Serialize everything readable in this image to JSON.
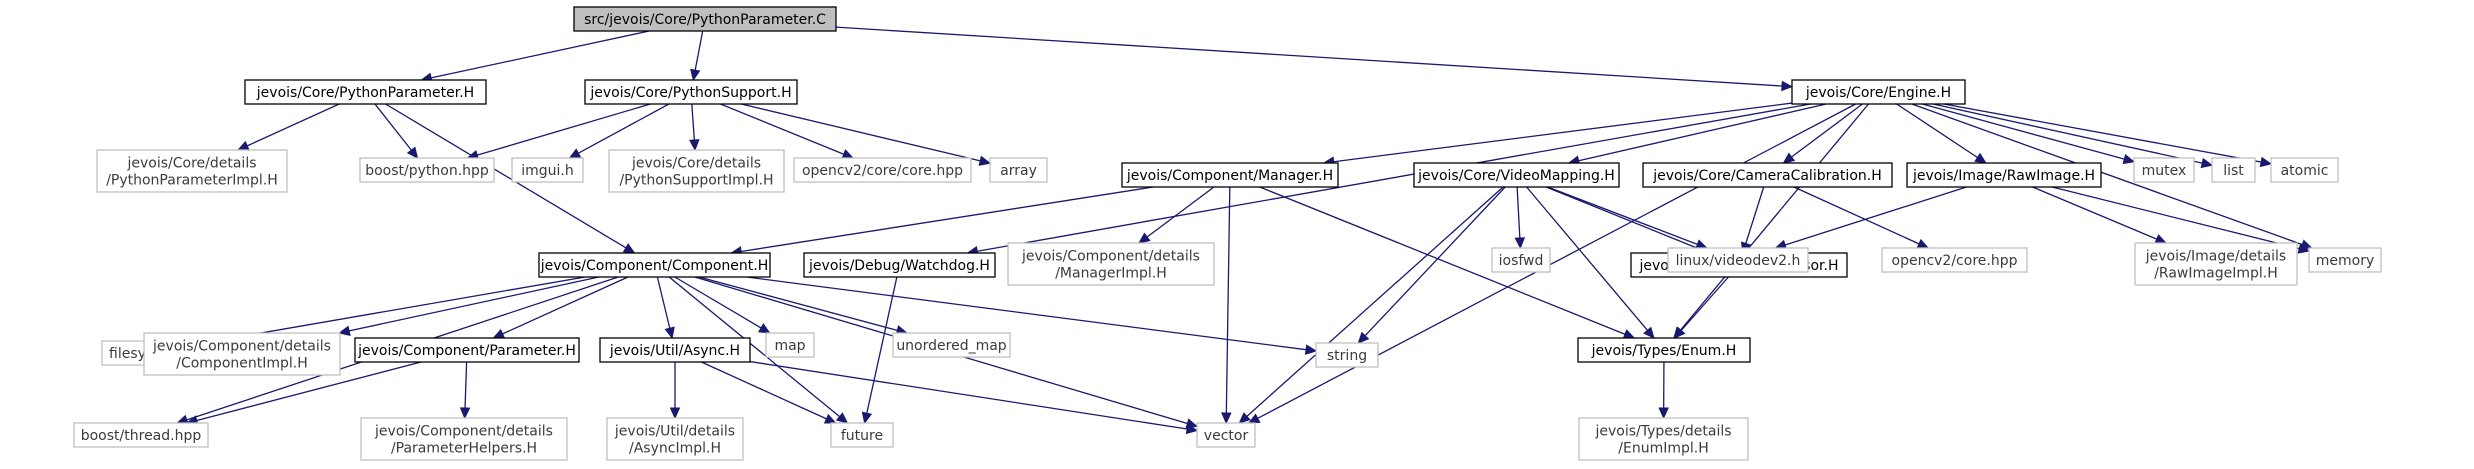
{
  "colors": {
    "edge": "#191970",
    "root_fill": "#bfbfbf",
    "root_stroke": "#000000",
    "doc_stroke": "#000000",
    "ext_stroke": "#bfbfbf",
    "node_fill": "#ffffff"
  },
  "nodes": [
    {
      "id": "root",
      "kind": "root",
      "lines": [
        "src/jevois/Core/PythonParameter.C"
      ]
    },
    {
      "id": "pyparamH",
      "kind": "doc",
      "lines": [
        "jevois/Core/PythonParameter.H"
      ]
    },
    {
      "id": "pysupportH",
      "kind": "doc",
      "lines": [
        "jevois/Core/PythonSupport.H"
      ]
    },
    {
      "id": "engineH",
      "kind": "doc",
      "lines": [
        "jevois/Core/Engine.H"
      ]
    },
    {
      "id": "pyparamImpl",
      "kind": "ext",
      "lines": [
        "jevois/Core/details",
        "/PythonParameterImpl.H"
      ]
    },
    {
      "id": "boostpython",
      "kind": "ext",
      "lines": [
        "boost/python.hpp"
      ]
    },
    {
      "id": "imgui",
      "kind": "ext",
      "lines": [
        "imgui.h"
      ]
    },
    {
      "id": "pysupportImpl",
      "kind": "ext",
      "lines": [
        "jevois/Core/details",
        "/PythonSupportImpl.H"
      ]
    },
    {
      "id": "opencvcore2",
      "kind": "ext",
      "lines": [
        "opencv2/core/core.hpp"
      ]
    },
    {
      "id": "array",
      "kind": "ext",
      "lines": [
        "array"
      ]
    },
    {
      "id": "managerH",
      "kind": "doc",
      "lines": [
        "jevois/Component/Manager.H"
      ]
    },
    {
      "id": "videomapH",
      "kind": "doc",
      "lines": [
        "jevois/Core/VideoMapping.H"
      ]
    },
    {
      "id": "camcalibH",
      "kind": "doc",
      "lines": [
        "jevois/Core/CameraCalibration.H"
      ]
    },
    {
      "id": "rawimageH",
      "kind": "doc",
      "lines": [
        "jevois/Image/RawImage.H"
      ]
    },
    {
      "id": "mutex",
      "kind": "ext",
      "lines": [
        "mutex"
      ]
    },
    {
      "id": "list",
      "kind": "ext",
      "lines": [
        "list"
      ]
    },
    {
      "id": "atomic",
      "kind": "ext",
      "lines": [
        "atomic"
      ]
    },
    {
      "id": "componentH",
      "kind": "doc",
      "lines": [
        "jevois/Component/Component.H"
      ]
    },
    {
      "id": "watchdogH",
      "kind": "doc",
      "lines": [
        "jevois/Debug/Watchdog.H"
      ]
    },
    {
      "id": "managerImpl",
      "kind": "ext",
      "lines": [
        "jevois/Component/details",
        "/ManagerImpl.H"
      ]
    },
    {
      "id": "iosfwd",
      "kind": "ext",
      "lines": [
        "iosfwd"
      ]
    },
    {
      "id": "camsensorH",
      "kind": "doc",
      "lines": [
        "jevois/Core/CameraSensor.H"
      ]
    },
    {
      "id": "videodev2",
      "kind": "ext",
      "lines": [
        "linux/videodev2.h"
      ]
    },
    {
      "id": "opencvcore",
      "kind": "ext",
      "lines": [
        "opencv2/core.hpp"
      ]
    },
    {
      "id": "rawimageImpl",
      "kind": "ext",
      "lines": [
        "jevois/Image/details",
        "/RawImageImpl.H"
      ]
    },
    {
      "id": "memory",
      "kind": "ext",
      "lines": [
        "memory"
      ]
    },
    {
      "id": "filesystem",
      "kind": "ext",
      "lines": [
        "filesystem"
      ]
    },
    {
      "id": "componentImpl",
      "kind": "ext",
      "lines": [
        "jevois/Component/details",
        "/ComponentImpl.H"
      ]
    },
    {
      "id": "parameterH",
      "kind": "doc",
      "lines": [
        "jevois/Component/Parameter.H"
      ]
    },
    {
      "id": "asyncH",
      "kind": "doc",
      "lines": [
        "jevois/Util/Async.H"
      ]
    },
    {
      "id": "map",
      "kind": "ext",
      "lines": [
        "map"
      ]
    },
    {
      "id": "unorderedmap",
      "kind": "ext",
      "lines": [
        "unordered_map"
      ]
    },
    {
      "id": "string",
      "kind": "ext",
      "lines": [
        "string"
      ]
    },
    {
      "id": "enumH",
      "kind": "doc",
      "lines": [
        "jevois/Types/Enum.H"
      ]
    },
    {
      "id": "boostthread",
      "kind": "ext",
      "lines": [
        "boost/thread.hpp"
      ]
    },
    {
      "id": "paramHelpers",
      "kind": "ext",
      "lines": [
        "jevois/Component/details",
        "/ParameterHelpers.H"
      ]
    },
    {
      "id": "asyncImpl",
      "kind": "ext",
      "lines": [
        "jevois/Util/details",
        "/AsyncImpl.H"
      ]
    },
    {
      "id": "future",
      "kind": "ext",
      "lines": [
        "future"
      ]
    },
    {
      "id": "vector",
      "kind": "ext",
      "lines": [
        "vector"
      ]
    },
    {
      "id": "enumImpl",
      "kind": "ext",
      "lines": [
        "jevois/Types/details",
        "/EnumImpl.H"
      ]
    }
  ],
  "edges": [
    [
      "root",
      "pyparamH"
    ],
    [
      "root",
      "pysupportH"
    ],
    [
      "root",
      "engineH"
    ],
    [
      "pyparamH",
      "pyparamImpl"
    ],
    [
      "pyparamH",
      "boostpython"
    ],
    [
      "pyparamH",
      "componentH"
    ],
    [
      "pysupportH",
      "boostpython"
    ],
    [
      "pysupportH",
      "imgui"
    ],
    [
      "pysupportH",
      "pysupportImpl"
    ],
    [
      "pysupportH",
      "opencvcore2"
    ],
    [
      "pysupportH",
      "array"
    ],
    [
      "engineH",
      "managerH"
    ],
    [
      "engineH",
      "videomapH"
    ],
    [
      "engineH",
      "camcalibH"
    ],
    [
      "engineH",
      "rawimageH"
    ],
    [
      "engineH",
      "mutex"
    ],
    [
      "engineH",
      "list"
    ],
    [
      "engineH",
      "atomic"
    ],
    [
      "engineH",
      "watchdogH"
    ],
    [
      "engineH",
      "vector"
    ],
    [
      "engineH",
      "memory"
    ],
    [
      "engineH",
      "enumH"
    ],
    [
      "managerH",
      "componentH"
    ],
    [
      "managerH",
      "managerImpl"
    ],
    [
      "managerH",
      "vector"
    ],
    [
      "managerH",
      "enumH"
    ],
    [
      "videomapH",
      "string"
    ],
    [
      "videomapH",
      "iosfwd"
    ],
    [
      "videomapH",
      "camsensorH"
    ],
    [
      "videomapH",
      "videodev2"
    ],
    [
      "videomapH",
      "vector"
    ],
    [
      "videomapH",
      "enumH"
    ],
    [
      "camcalibH",
      "camsensorH"
    ],
    [
      "camcalibH",
      "opencvcore"
    ],
    [
      "rawimageH",
      "videodev2"
    ],
    [
      "rawimageH",
      "rawimageImpl"
    ],
    [
      "rawimageH",
      "memory"
    ],
    [
      "camsensorH",
      "enumH"
    ],
    [
      "componentH",
      "filesystem"
    ],
    [
      "componentH",
      "componentImpl"
    ],
    [
      "componentH",
      "parameterH"
    ],
    [
      "componentH",
      "asyncH"
    ],
    [
      "componentH",
      "map"
    ],
    [
      "componentH",
      "unorderedmap"
    ],
    [
      "componentH",
      "string"
    ],
    [
      "componentH",
      "boostthread"
    ],
    [
      "componentH",
      "future"
    ],
    [
      "componentH",
      "vector"
    ],
    [
      "watchdogH",
      "future"
    ],
    [
      "parameterH",
      "boostthread"
    ],
    [
      "parameterH",
      "paramHelpers"
    ],
    [
      "asyncH",
      "asyncImpl"
    ],
    [
      "asyncH",
      "future"
    ],
    [
      "asyncH",
      "vector"
    ],
    [
      "enumH",
      "enumImpl"
    ]
  ]
}
